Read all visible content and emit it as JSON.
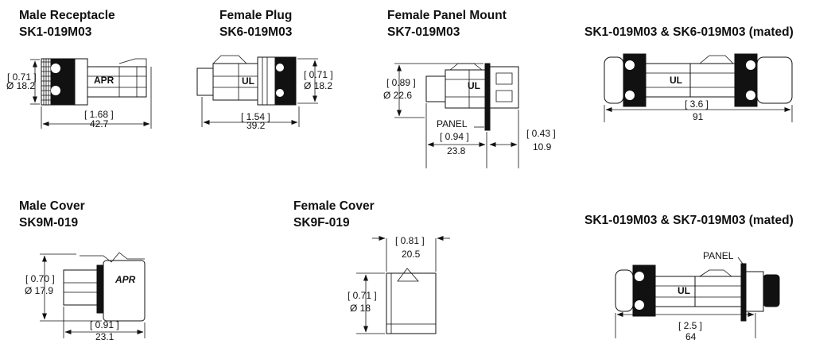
{
  "sections": [
    {
      "title": "Male Receptacle",
      "part": "SK1-019M03"
    },
    {
      "title": "Female Plug",
      "part": "SK6-019M03"
    },
    {
      "title": "Female Panel Mount",
      "part": "SK7-019M03"
    },
    {
      "title": "",
      "part": "SK1-019M03 & SK6-019M03 (mated)"
    },
    {
      "title": "Male Cover",
      "part": "SK9M-019"
    },
    {
      "title": "Female Cover",
      "part": "SK9F-019"
    },
    {
      "title": "",
      "part": "SK1-019M03 & SK7-019M03 (mated)"
    }
  ],
  "dims": {
    "male_receptacle": {
      "dia_in": "[ 0.71 ]",
      "dia_mm": "Ø 18.2",
      "len_in": "[ 1.68 ]",
      "len_mm": "42.7"
    },
    "female_plug": {
      "dia_in": "[ 0.71 ]",
      "dia_mm": "Ø 18.2",
      "len_in": "[ 1.54 ]",
      "len_mm": "39.2"
    },
    "panel_mount": {
      "dia_in": "[ 0.89 ]",
      "dia_mm": "Ø 22.6",
      "panel": "PANEL",
      "a_in": "[ 0.94 ]",
      "a_mm": "23.8",
      "b_in": "[ 0.43 ]",
      "b_mm": "10.9"
    },
    "mated_1": {
      "len_in": "[ 3.6 ]",
      "len_mm": "91"
    },
    "male_cover": {
      "dia_in": "[ 0.70 ]",
      "dia_mm": "Ø 17.9",
      "len_in": "[ 0.91 ]",
      "len_mm": "23.1"
    },
    "female_cover": {
      "w_in": "[ 0.81 ]",
      "w_mm": "20.5",
      "dia_in": "[ 0.71 ]",
      "dia_mm": "Ø 18"
    },
    "mated_2": {
      "panel": "PANEL",
      "len_in": "[ 2.5 ]",
      "len_mm": "64"
    }
  },
  "logos": {
    "apr": "APR",
    "ul": "UL"
  },
  "icons": [
    "connector-drawing",
    "dimension-arrow"
  ]
}
